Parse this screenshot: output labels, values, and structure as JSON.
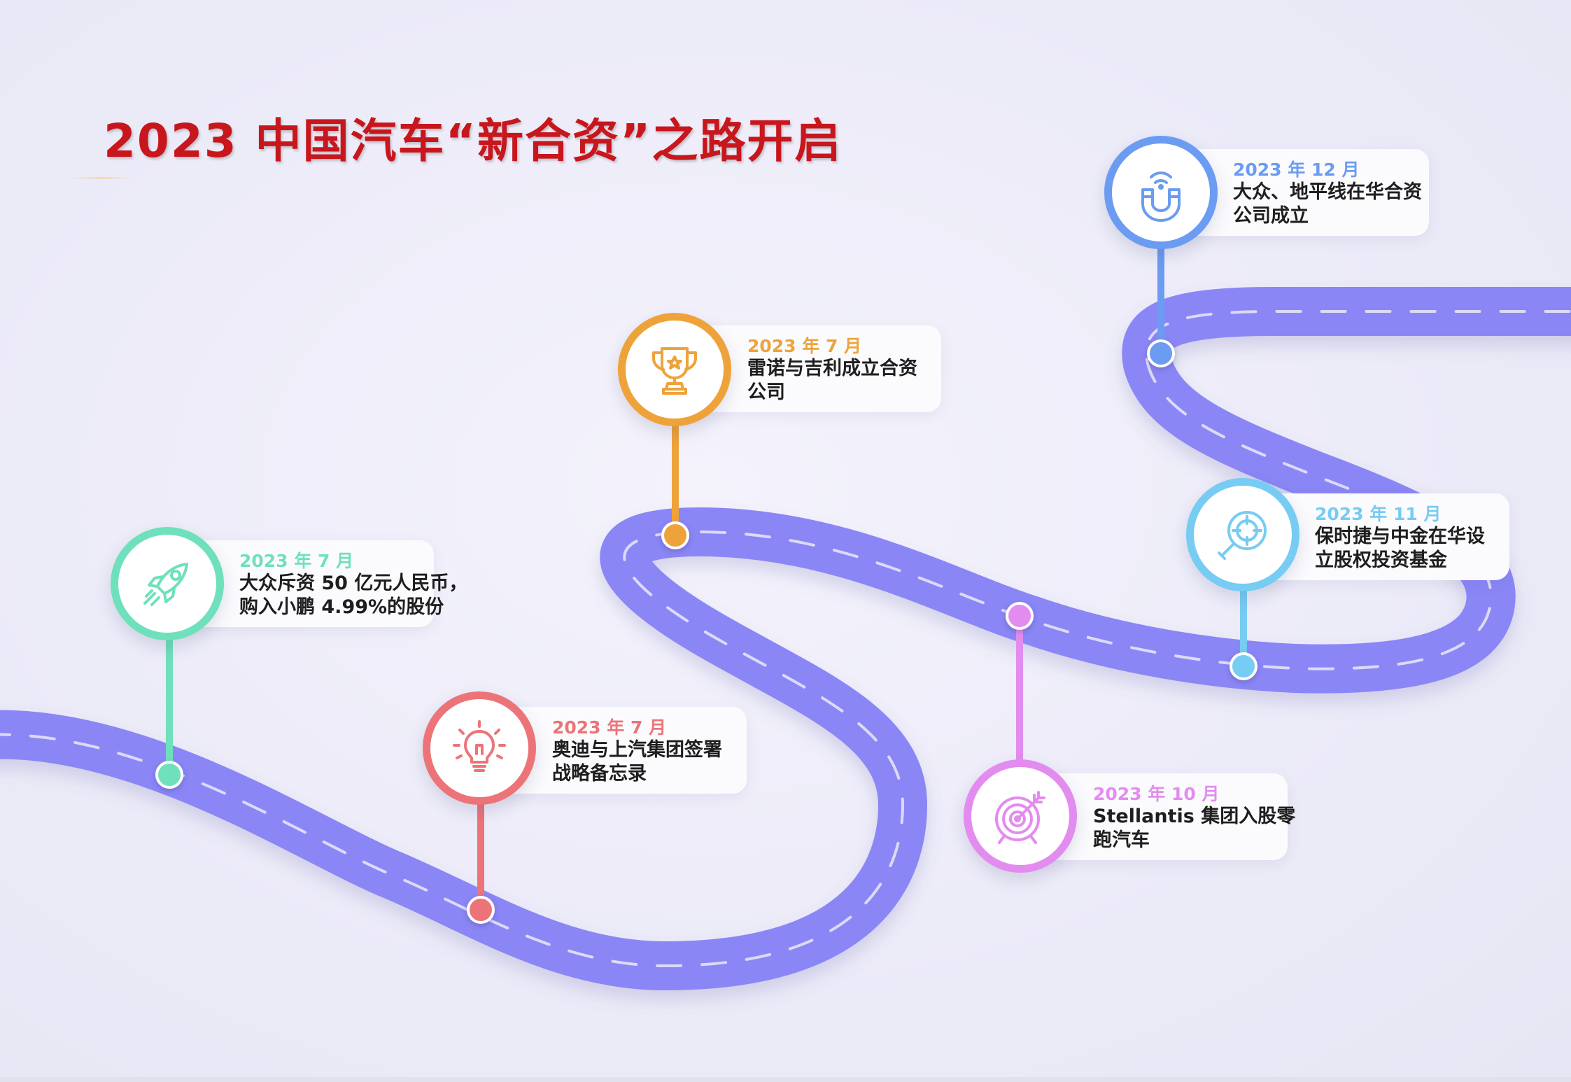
{
  "title": "2023 中国汽车“新合资”之路开启",
  "colors": {
    "title": "#c8161d",
    "road": "#8b86f6",
    "road_dash": "#dcdaf7"
  },
  "milestones": [
    {
      "id": "xpeng",
      "date": "2023 年 7 月",
      "line1": "大众斥资 50 亿元人民币，",
      "line2": "购入小鹏 4.99%的股份",
      "icon": "rocket-icon",
      "color": "#6fe0bc"
    },
    {
      "id": "saic",
      "date": "2023 年 7 月",
      "line1": "奥迪与上汽集团签署",
      "line2": "战略备忘录",
      "icon": "lightbulb-icon",
      "color": "#ec7479"
    },
    {
      "id": "geely",
      "date": "2023 年 7 月",
      "line1": "雷诺与吉利成立合资",
      "line2": "公司",
      "icon": "trophy-icon",
      "color": "#eea33a"
    },
    {
      "id": "leapmotor",
      "date": "2023 年 10 月",
      "line1": "Stellantis 集团入股零",
      "line2": "跑汽车",
      "icon": "target-icon",
      "color": "#e38cef"
    },
    {
      "id": "porsche",
      "date": "2023 年 11 月",
      "line1": "保时捷与中金在华设",
      "line2": "立股权投资基金",
      "icon": "magnifier-icon",
      "color": "#76ccf2"
    },
    {
      "id": "horizon",
      "date": "2023 年 12 月",
      "line1": "大众、地平线在华合资",
      "line2": "公司成立",
      "icon": "magnet-icon",
      "color": "#6b9cf2"
    }
  ]
}
